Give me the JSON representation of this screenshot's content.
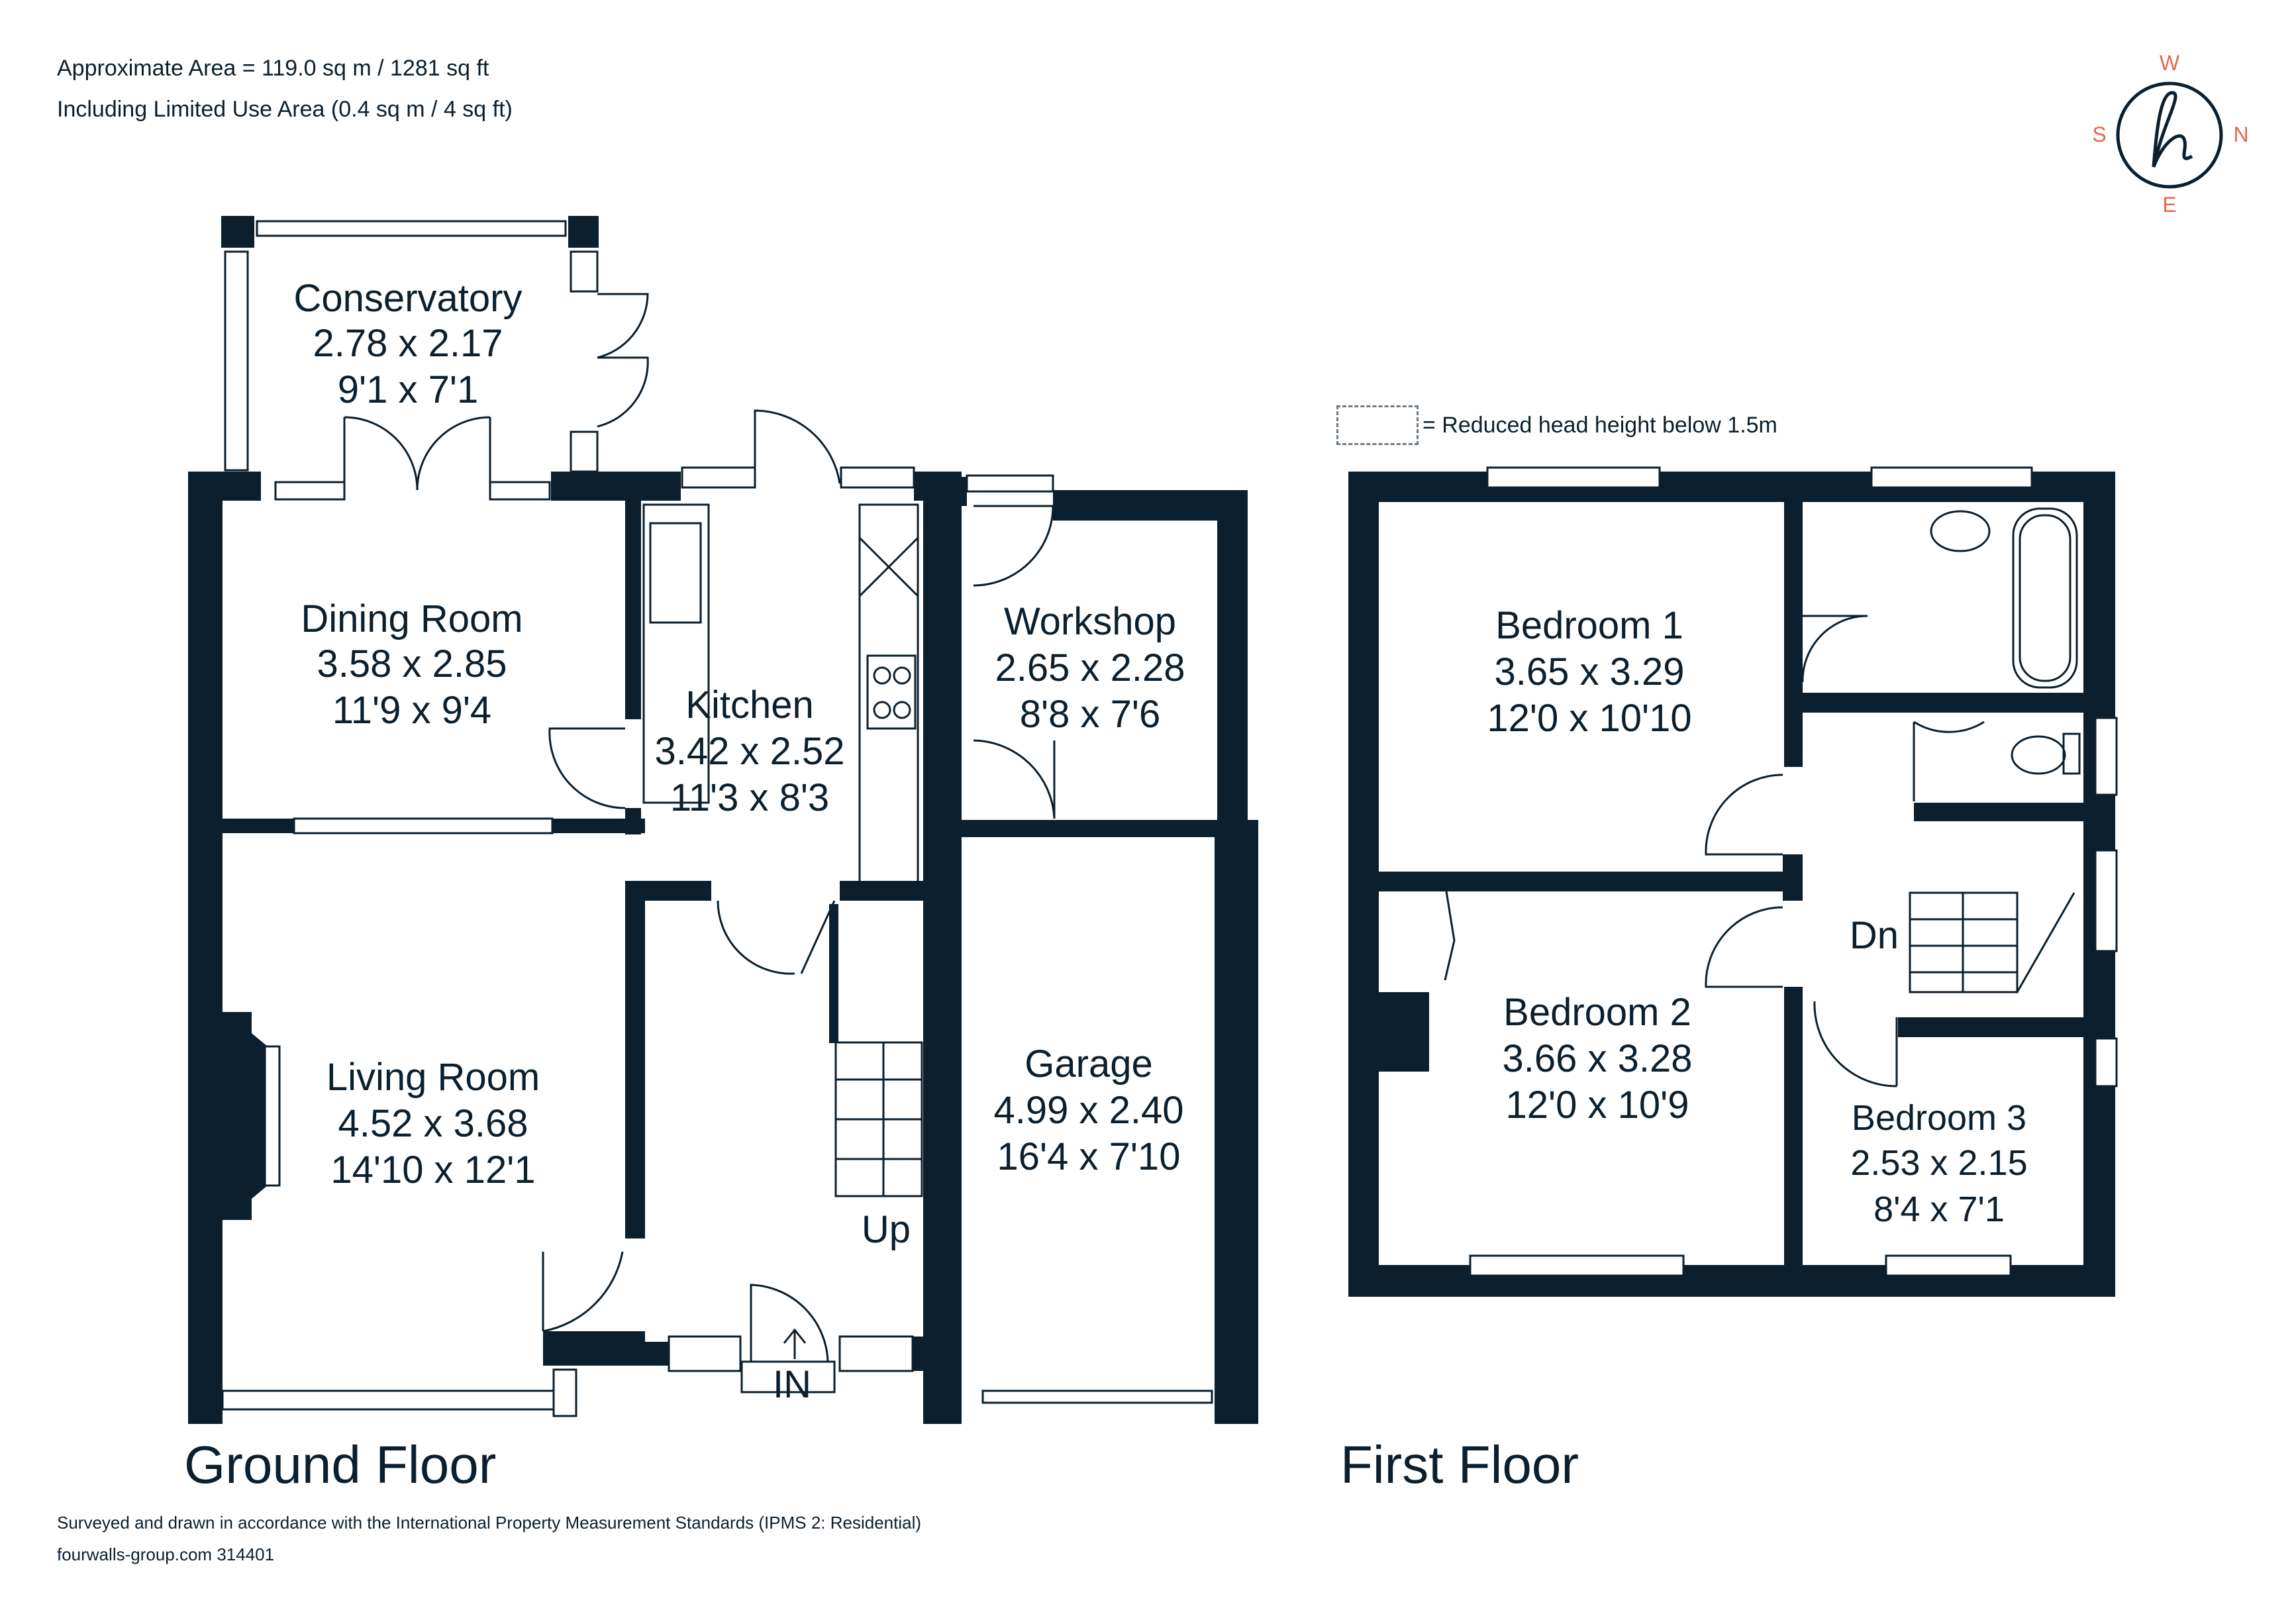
{
  "header": {
    "area_line": "Approximate Area = 119.0 sq m / 1281 sq ft",
    "limited_line": "Including Limited Use Area (0.4 sq m / 4 sq ft)"
  },
  "compass": {
    "top": "W",
    "right": "N",
    "bottom": "E",
    "left": "S"
  },
  "legend": {
    "text": "= Reduced head height below 1.5m"
  },
  "ground_floor": {
    "title": "Ground Floor",
    "rooms": {
      "conservatory": {
        "name": "Conservatory",
        "metric": "2.78 x 2.17",
        "imperial": "9'1 x 7'1"
      },
      "dining": {
        "name": "Dining Room",
        "metric": "3.58 x 2.85",
        "imperial": "11'9 x 9'4"
      },
      "kitchen": {
        "name": "Kitchen",
        "metric": "3.42 x 2.52",
        "imperial": "11'3 x 8'3"
      },
      "workshop": {
        "name": "Workshop",
        "metric": "2.65 x 2.28",
        "imperial": "8'8 x 7'6"
      },
      "living": {
        "name": "Living Room",
        "metric": "4.52 x 3.68",
        "imperial": "14'10 x 12'1"
      },
      "garage": {
        "name": "Garage",
        "metric": "4.99 x 2.40",
        "imperial": "16'4 x 7'10"
      }
    },
    "up_label": "Up",
    "in_label": "IN"
  },
  "first_floor": {
    "title": "First Floor",
    "rooms": {
      "bed1": {
        "name": "Bedroom 1",
        "metric": "3.65 x 3.29",
        "imperial": "12'0 x 10'10"
      },
      "bed2": {
        "name": "Bedroom 2",
        "metric": "3.66 x 3.28",
        "imperial": "12'0 x 10'9"
      },
      "bed3": {
        "name": "Bedroom 3",
        "metric": "2.53 x 2.15",
        "imperial": "8'4 x 7'1"
      }
    },
    "dn_label": "Dn"
  },
  "footer": {
    "standard": "Surveyed and drawn in accordance with the International Property Measurement Standards (IPMS 2: Residential)",
    "ref": "fourwalls-group.com 314401"
  }
}
